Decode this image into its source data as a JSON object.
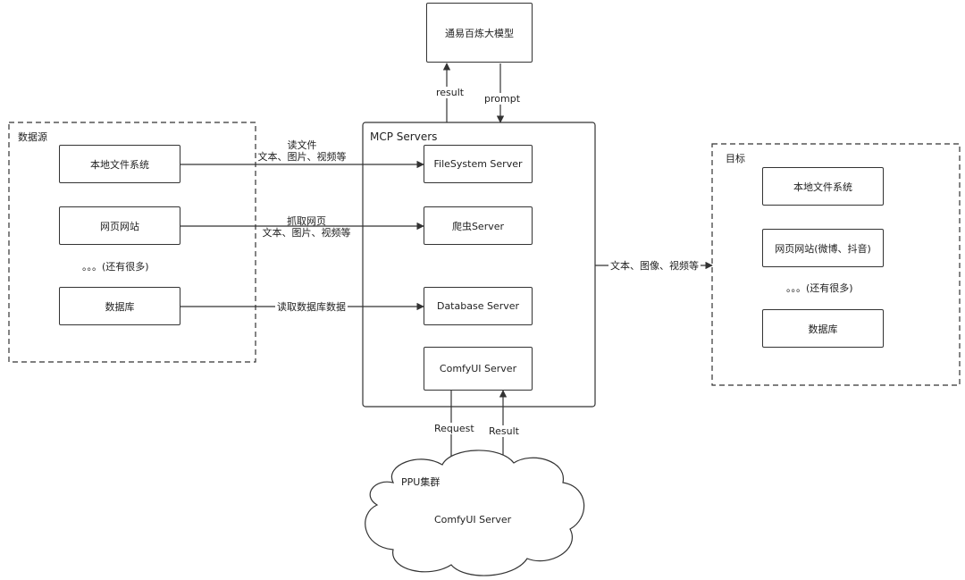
{
  "model": {
    "title": "通易百炼大模型"
  },
  "datasource": {
    "title": "数据源",
    "items": [
      "本地文件系统",
      "网页网站",
      "。。。(还有很多)",
      "数据库"
    ]
  },
  "mcp": {
    "title": "MCP Servers",
    "servers": [
      "FileSystem Server",
      "爬虫Server",
      "Database Server",
      "ComfyUI Server"
    ]
  },
  "target": {
    "title": "目标",
    "items": [
      "本地文件系统",
      "网页网站(微博、抖音)",
      "。。。(还有很多)",
      "数据库"
    ]
  },
  "cluster": {
    "title": "PPU集群",
    "server": "ComfyUI Server"
  },
  "edges": {
    "result": "result",
    "prompt": "prompt",
    "read_file_1": "读文件",
    "read_file_2": "文本、图片、视频等",
    "crawl_1": "抓取网页",
    "crawl_2": "文本、图片、视频等",
    "read_db": "读取数据库数据",
    "output": "文本、图像、视频等",
    "request": "Request",
    "result2": "Result"
  }
}
